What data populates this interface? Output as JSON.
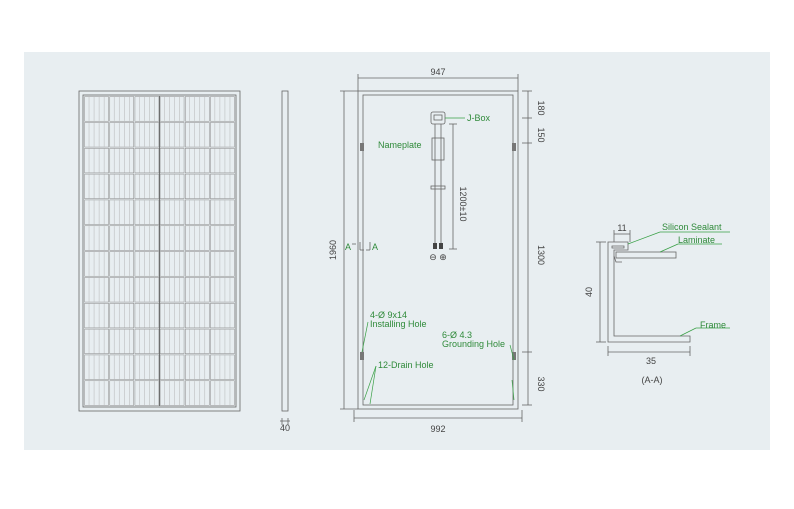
{
  "colors": {
    "background": "#e8eef1",
    "label_green": "#2f8a3a",
    "line_gray": "#666666"
  },
  "dims": {
    "frame_thickness": "40",
    "top_width": "947",
    "bottom_width": "992",
    "height": "1960",
    "jbox_offset": "180",
    "nameplate_offset": "150",
    "cable_length": "1200±10",
    "hole_spacing": "1300",
    "bottom_offset": "330",
    "profile_top": "11",
    "profile_height": "40",
    "profile_width": "35"
  },
  "labels": {
    "jbox": "J-Box",
    "nameplate": "Nameplate",
    "section_left": "A",
    "section_right": "A",
    "installing_hole_spec": "4-Ø 9x14",
    "installing_hole": "Installing  Hole",
    "grounding_hole_spec": "6-Ø 4.3",
    "grounding_hole": "Grounding Hole",
    "drain_hole": "12-Drain Hole",
    "polarity": "⊖ ⊕",
    "silicon_sealant": "Silicon Sealant",
    "laminate": "Laminate",
    "frame": "Frame",
    "section_title": "(A-A)"
  }
}
